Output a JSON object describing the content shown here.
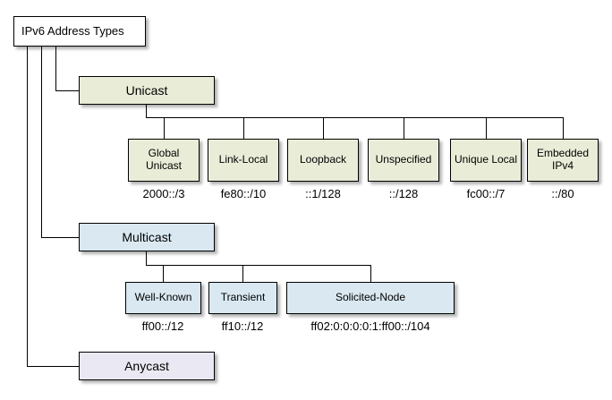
{
  "title": "IPv6 Address Types",
  "colors": {
    "root": "#ffffff",
    "unicast": "#e9edd8",
    "multicast": "#d9e8f1",
    "anycast": "#eae8f2"
  },
  "branches": [
    {
      "label": "Unicast",
      "children": [
        {
          "label": "Global Unicast",
          "value": "2000::/3"
        },
        {
          "label": "Link-Local",
          "value": "fe80::/10"
        },
        {
          "label": "Loopback",
          "value": "::1/128"
        },
        {
          "label": "Unspecified",
          "value": "::/128"
        },
        {
          "label": "Unique Local",
          "value": "fc00::/7"
        },
        {
          "label": "Embedded IPv4",
          "value": "::/80"
        }
      ]
    },
    {
      "label": "Multicast",
      "children": [
        {
          "label": "Well-Known",
          "value": "ff00::/12"
        },
        {
          "label": "Transient",
          "value": "ff10::/12"
        },
        {
          "label": "Solicited-Node",
          "value": "ff02:0:0:0:0:1:ff00::/104"
        }
      ]
    },
    {
      "label": "Anycast",
      "children": []
    }
  ]
}
